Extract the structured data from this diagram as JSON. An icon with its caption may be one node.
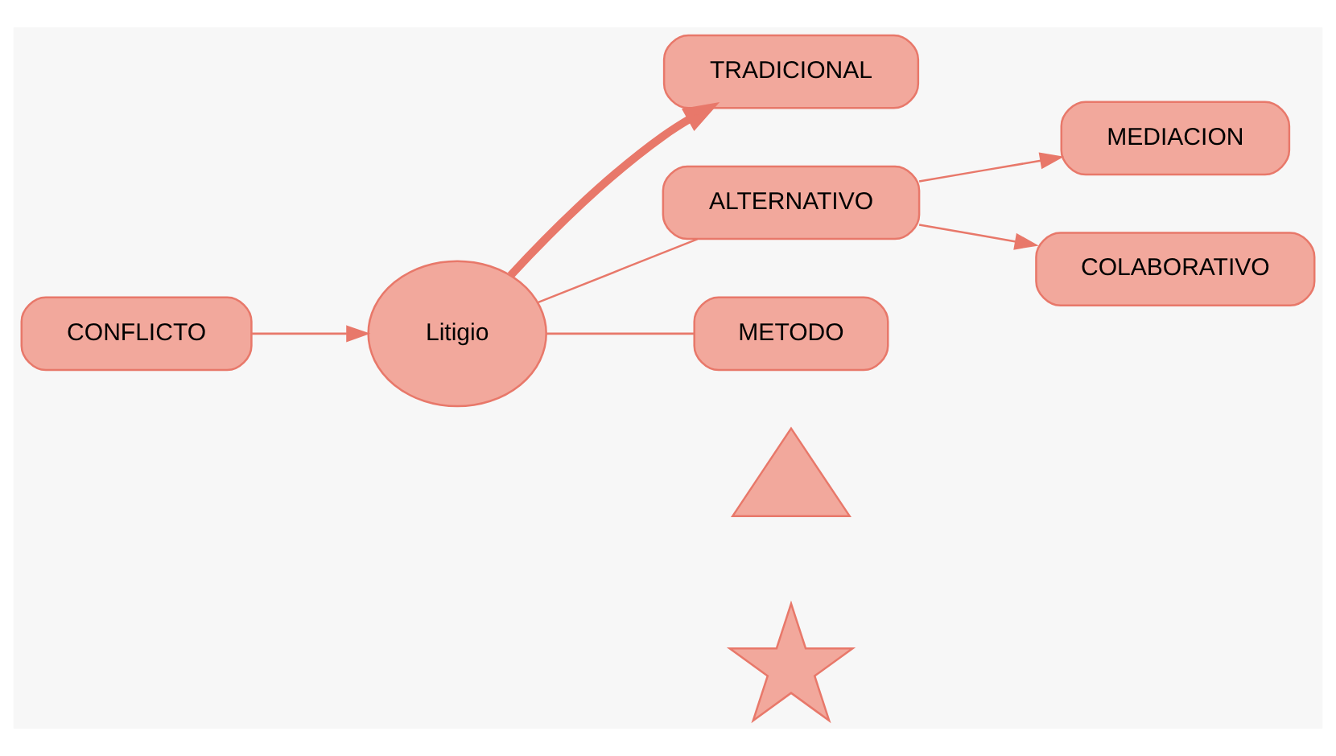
{
  "diagram": {
    "nodes": [
      {
        "text": [
          "CONFLICTO"
        ]
      },
      {
        "text": [
          "Litigio"
        ]
      },
      {
        "text": [
          "TRADICIONAL"
        ]
      },
      {
        "text": [
          "ALTERNATIVO"
        ]
      },
      {
        "text": [
          "MEDIACION"
        ]
      },
      {
        "text": [
          "COLABORATIVO"
        ]
      },
      {
        "text": [
          "METODO"
        ]
      },
      {
        "text": [],
        "shape": "triangle"
      },
      {
        "text": [],
        "shape": "star"
      }
    ],
    "edges": [
      {
        "from": 0,
        "to": 1,
        "arrow": "to"
      },
      {
        "from": 1,
        "to": 2,
        "arrow": "to",
        "style": "thick"
      },
      {
        "from": 1,
        "to": 3,
        "arrow": "none"
      },
      {
        "from": 1,
        "to": 6,
        "arrow": "none"
      },
      {
        "from": 3,
        "to": 4,
        "arrow": "to"
      },
      {
        "from": 3,
        "to": 5,
        "arrow": "to"
      }
    ]
  }
}
